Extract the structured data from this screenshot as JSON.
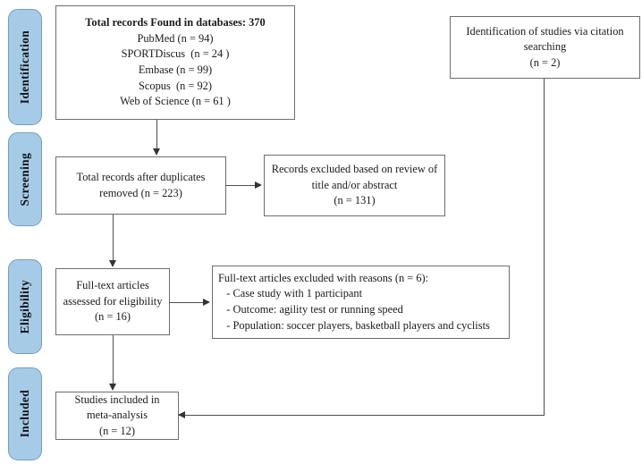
{
  "diagram": {
    "type": "prisma-flow-diagram",
    "accent_color": "#a6cbe7",
    "accent_border_color": "#6f9fc4",
    "box_border_color": "#6d6d6d",
    "connector_color": "#4d4d4d"
  },
  "stages": [
    {
      "key": "identification",
      "label": "Identification"
    },
    {
      "key": "screening",
      "label": "Screening"
    },
    {
      "key": "eligibility",
      "label": "Eligibility"
    },
    {
      "key": "included",
      "label": "Included"
    }
  ],
  "boxes": {
    "records_found": {
      "lines": [
        "Total records Found in databases: 370",
        "PubMed (n = 94)",
        "SPORTDiscus  (n = 24 )",
        "Embase (n = 99)",
        "Scopus  (n = 92)",
        "Web of Science (n = 61 )"
      ]
    },
    "citation_searching": {
      "lines": [
        "Identification of studies via citation",
        "searching",
        "(n = 2)"
      ]
    },
    "after_duplicates": {
      "lines": [
        "Total records after duplicates",
        "removed (n = 223)"
      ]
    },
    "records_excluded": {
      "lines": [
        "Records excluded based on review of",
        "title and/or abstract",
        "(n = 131)"
      ]
    },
    "assessed_eligibility": {
      "lines": [
        "Full-text articles",
        "assessed for eligibility",
        "(n = 16)"
      ]
    },
    "fulltext_excluded": {
      "lines": [
        "Full-text articles excluded with reasons (n = 6):",
        "   - Case study with 1 participant",
        "   - Outcome: agility test or running speed",
        "   - Population: soccer players, basketball players and cyclists"
      ]
    },
    "studies_included": {
      "lines": [
        "Studies included in",
        "meta-analysis",
        "(n = 12)"
      ]
    }
  },
  "counts": {
    "total_records_found": 370,
    "pubmed": 94,
    "sportdiscus": 24,
    "embase": 99,
    "scopus": 92,
    "web_of_science": 61,
    "citation_searching": 2,
    "after_duplicates_removed": 223,
    "records_excluded_title_abstract": 131,
    "fulltext_assessed": 16,
    "fulltext_excluded": 6,
    "studies_included_meta_analysis": 12
  }
}
